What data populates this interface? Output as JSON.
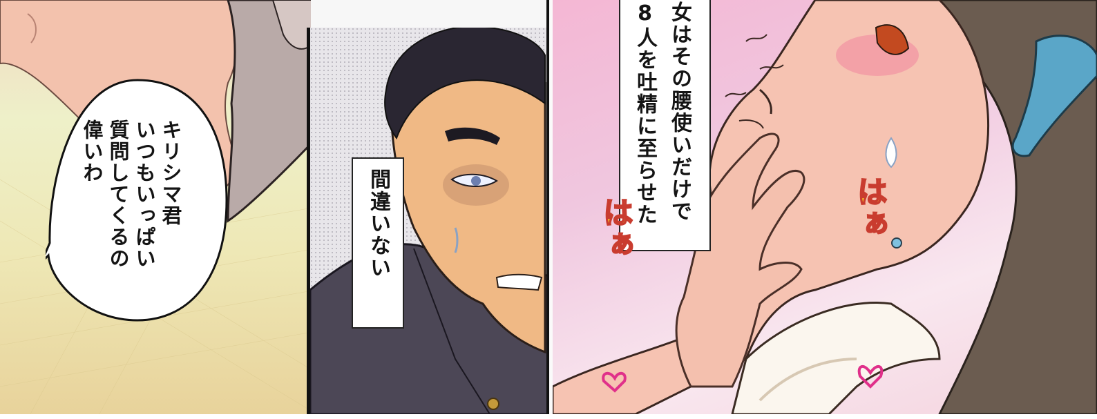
{
  "panels": [
    {
      "id": "left",
      "description_icon": "neck-closeup-art"
    },
    {
      "id": "middle",
      "description_icon": "man-face-art"
    },
    {
      "id": "right",
      "description_icon": "woman-face-art"
    }
  ],
  "speech_bubble": {
    "lines": [
      "キリシマ君",
      "いつもいっぱい",
      "質問してくるの",
      "偉いわ"
    ]
  },
  "caption_middle": {
    "lines": [
      "間違いない"
    ]
  },
  "caption_right": {
    "lines": [
      "女はその腰使いだけで",
      "8人を吐精に至らせた"
    ]
  },
  "sound_effects": [
    {
      "text": "はぁ",
      "id": "sfx-left"
    },
    {
      "text": "はぁ",
      "id": "sfx-right"
    }
  ],
  "colors": {
    "skin_left": "#f3c2ad",
    "skin_right": "#f6c3b2",
    "hair_man": "#2a2632",
    "hair_woman": "#6b5c50",
    "uniform": "#4c4756",
    "blush": "#f28aa0",
    "hairclip": "#5aa6c8",
    "sfx_fill": "#ffdd22",
    "sfx_outline": "#c93c2f"
  }
}
